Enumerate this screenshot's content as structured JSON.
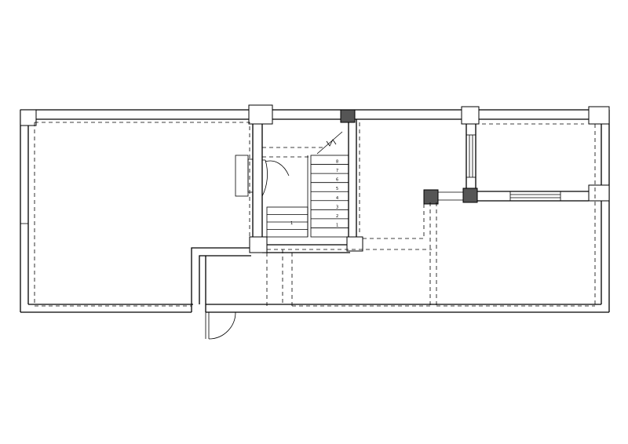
{
  "diagram": {
    "kind": "floor-plan",
    "colors": {
      "line": "#000000",
      "dark_column": "#555555",
      "background": "#ffffff"
    },
    "stair_marks": [
      "1",
      "2",
      "3",
      "4",
      "5",
      "6",
      "7",
      "8"
    ],
    "stair_lower_mark": "1"
  }
}
